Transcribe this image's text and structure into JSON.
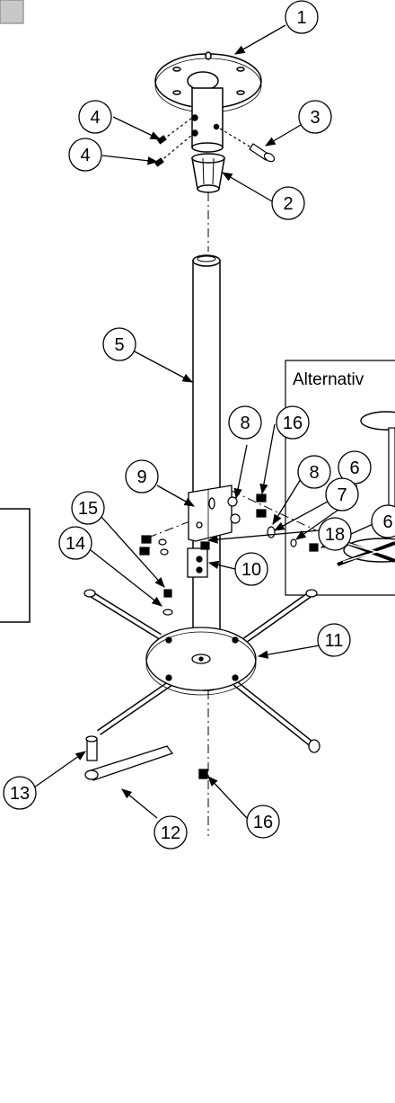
{
  "diagram": {
    "alternative_label": "Alternativ",
    "callouts": [
      "1",
      "2",
      "3",
      "4",
      "4",
      "5",
      "6",
      "6",
      "7",
      "8",
      "8",
      "9",
      "10",
      "11",
      "12",
      "13",
      "14",
      "15",
      "16",
      "16",
      "18"
    ]
  }
}
